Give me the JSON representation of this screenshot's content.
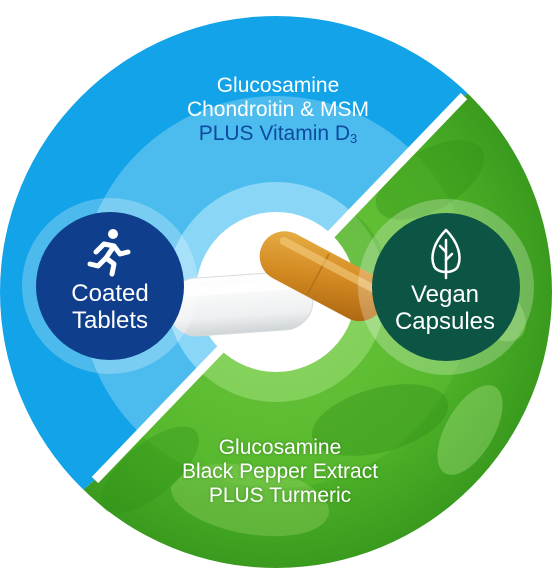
{
  "top_panel": {
    "line1": "Glucosamine",
    "line2": "Chondroitin & MSM",
    "line3_main": "PLUS Vitamin D",
    "line3_sub": "3"
  },
  "bottom_panel": {
    "line1": "Glucosamine",
    "line2": "Black Pepper Extract",
    "line3": "PLUS Turmeric"
  },
  "left_badge": {
    "line1": "Coated",
    "line2": "Tablets",
    "icon": "running-person-icon"
  },
  "right_badge": {
    "line1": "Vegan",
    "line2": "Capsules",
    "icon": "leaf-icon"
  },
  "colors": {
    "blue_outer": "#12a3e8",
    "blue_mid": "#4cbcef",
    "blue_inner": "#8ad6f7",
    "navy_badge": "#0f3f8c",
    "green_outer": "#3aa61f",
    "green_mid": "#69c43a",
    "green_badge": "#0c5443",
    "center_white": "#ffffff"
  }
}
